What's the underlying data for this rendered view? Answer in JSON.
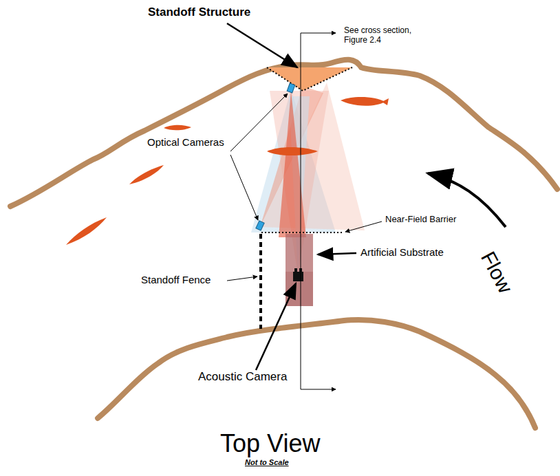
{
  "diagram": {
    "caption": "Top View",
    "labels": [
      "Standoff Structure",
      "See cross section, Figure 2.4",
      "Optical Cameras",
      "Near-Field Barrier",
      "Artificial Substrate",
      "Flow",
      "Standoff Fence",
      "Acoustic Camera",
      "Not to Scale"
    ]
  }
}
